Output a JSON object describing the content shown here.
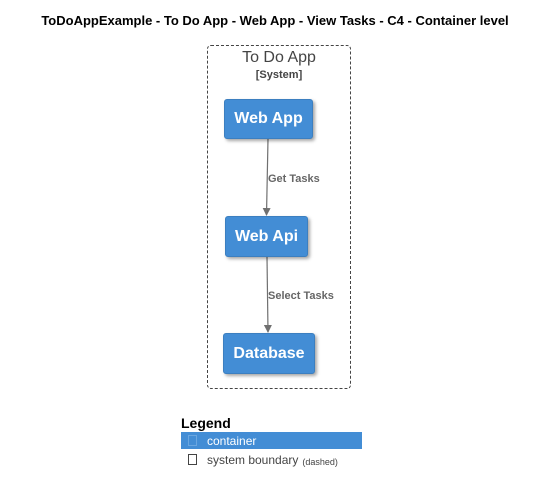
{
  "title": "ToDoAppExample - To Do App - Web App - View Tasks - C4 - Container level",
  "boundary": {
    "name": "To Do App",
    "type": "[System]"
  },
  "containers": {
    "web_app": "Web App",
    "web_api": "Web Api",
    "database": "Database"
  },
  "relationships": {
    "get_tasks": "Get Tasks",
    "select_tasks": "Select Tasks"
  },
  "legend": {
    "title": "Legend",
    "container_label": "container",
    "boundary_label": "system boundary",
    "boundary_suffix": "(dashed)"
  },
  "colors": {
    "container_fill": "#438dd5",
    "boundary_stroke": "#444444",
    "arrow": "#707070",
    "edge_label": "#666666"
  },
  "icons": {
    "container_swatch": "square-outline-icon",
    "boundary_swatch": "square-outline-icon"
  }
}
